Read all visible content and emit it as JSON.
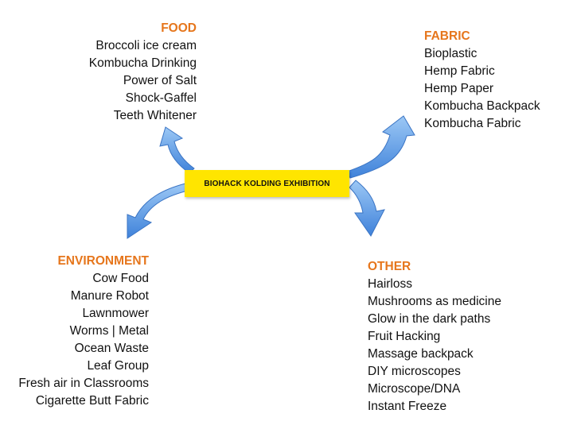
{
  "center": {
    "label": "BIOHACK KOLDING EXHIBITION"
  },
  "food": {
    "title": "FOOD",
    "items": [
      "Broccoli ice cream",
      "Kombucha Drinking",
      "Power of Salt",
      "Shock-Gaffel",
      "Teeth Whitener"
    ]
  },
  "fabric": {
    "title": "FABRIC",
    "items": [
      "Bioplastic",
      "Hemp Fabric",
      "Hemp Paper",
      "Kombucha Backpack",
      "Kombucha Fabric"
    ]
  },
  "environment": {
    "title": "ENVIRONMENT",
    "items": [
      "Cow Food",
      "Manure Robot",
      "Lawnmower",
      "Worms | Metal",
      "Ocean Waste",
      "Leaf Group",
      "Fresh air in Classrooms",
      "Cigarette Butt Fabric"
    ]
  },
  "other": {
    "title": "OTHER",
    "items": [
      "Hairloss",
      "Mushrooms as medicine",
      "Glow in the dark paths",
      "Fruit Hacking",
      "Massage backpack",
      "DIY microscopes",
      "Microscope/DNA",
      "Instant Freeze"
    ]
  },
  "colors": {
    "heading": "#E6761C",
    "center_fill": "#FFE500",
    "arrow_fill": "#5A9BE6"
  }
}
